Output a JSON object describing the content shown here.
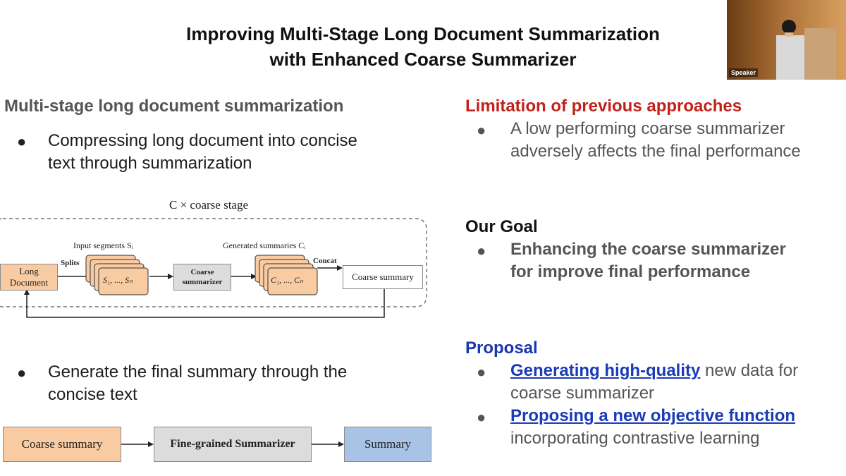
{
  "title": {
    "line1": "Improving Multi-Stage Long Document Summarization",
    "line2": "with Enhanced Coarse Summarizer"
  },
  "speaker_video": {
    "label": "Speaker"
  },
  "left": {
    "heading": "Multi-stage long document summarization",
    "bullet1": {
      "line1": "Compressing long document into concise",
      "line2": "text through summarization"
    },
    "bullet2": {
      "line1": "Generate the final summary through the",
      "line2": "concise text"
    }
  },
  "diagram": {
    "stage_label": "C × coarse stage",
    "long_document": {
      "line1": "Long",
      "line2": "Document"
    },
    "splits": "Splits",
    "input_segments": "Input segments Sᵢ",
    "segments_text": "S₁, ..., Sₙ",
    "coarse_summarizer": {
      "line1": "Coarse",
      "line2": "summarizer"
    },
    "generated_summaries": "Generated summaries Cᵢ",
    "summaries_text": "C₁, ..., Cₙ",
    "concat": "Concat",
    "coarse_summary": "Coarse summary"
  },
  "pipeline": {
    "coarse_summary": "Coarse summary",
    "fine_grained": "Fine-grained Summarizer",
    "summary": "Summary"
  },
  "right": {
    "limitation": {
      "heading": "Limitation of previous approaches",
      "line1": "A low performing coarse summarizer",
      "line2": "adversely affects the final performance"
    },
    "goal": {
      "heading": "Our Goal",
      "line1": "Enhancing the coarse summarizer",
      "line2": "for improve final performance"
    },
    "proposal": {
      "heading": "Proposal",
      "item1": {
        "link": "Generating high-quality",
        "rest": " new data for",
        "line2": "coarse summarizer"
      },
      "item2": {
        "link": "Proposing a new objective function",
        "line2": "incorporating contrastive learning"
      }
    }
  },
  "colors": {
    "limitation_heading": "#c0221a",
    "proposal_heading": "#1a35b0",
    "link": "#1a3bb8",
    "orange_fill": "#f9cba2",
    "gray_fill": "#dcdcdc",
    "blue_fill": "#a9c3e6"
  }
}
